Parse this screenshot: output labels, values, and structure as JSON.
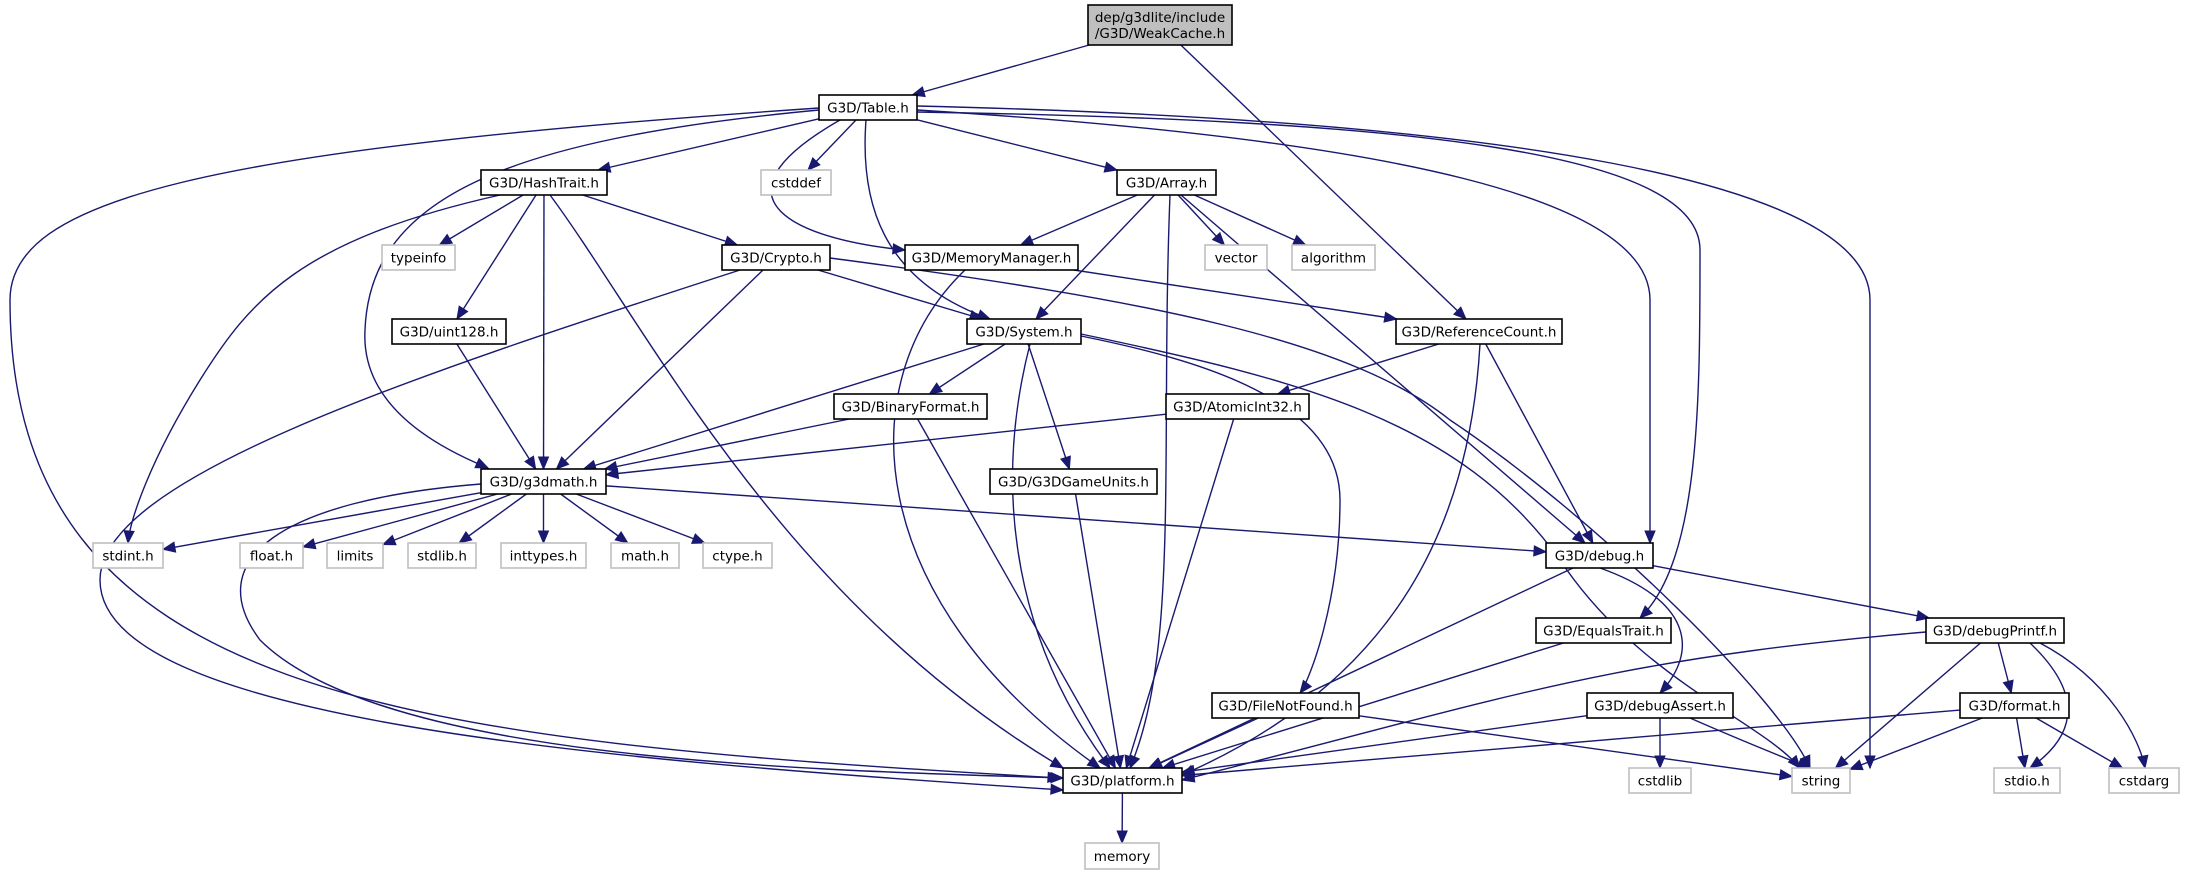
{
  "title": "dep/g3dlite/include/G3D/WeakCache.h include dependency graph",
  "colors": {
    "edge": "#191970",
    "root_fill": "#bfbfbf",
    "local_border": "#000000",
    "system_border": "#bfbfbf"
  },
  "nodes": [
    {
      "id": "root",
      "kind": "root",
      "label_lines": [
        "dep/g3dlite/include",
        "/G3D/WeakCache.h"
      ]
    },
    {
      "id": "table",
      "kind": "local",
      "label_lines": [
        "G3D/Table.h"
      ]
    },
    {
      "id": "hashtrait",
      "kind": "local",
      "label_lines": [
        "G3D/HashTrait.h"
      ]
    },
    {
      "id": "cstddef",
      "kind": "system",
      "label_lines": [
        "cstddef"
      ]
    },
    {
      "id": "array",
      "kind": "local",
      "label_lines": [
        "G3D/Array.h"
      ]
    },
    {
      "id": "typeinfo",
      "kind": "system",
      "label_lines": [
        "typeinfo"
      ]
    },
    {
      "id": "crypto",
      "kind": "local",
      "label_lines": [
        "G3D/Crypto.h"
      ]
    },
    {
      "id": "memorymanager",
      "kind": "local",
      "label_lines": [
        "G3D/MemoryManager.h"
      ]
    },
    {
      "id": "vector",
      "kind": "system",
      "label_lines": [
        "vector"
      ]
    },
    {
      "id": "algorithm",
      "kind": "system",
      "label_lines": [
        "algorithm"
      ]
    },
    {
      "id": "uint128",
      "kind": "local",
      "label_lines": [
        "G3D/uint128.h"
      ]
    },
    {
      "id": "system",
      "kind": "local",
      "label_lines": [
        "G3D/System.h"
      ]
    },
    {
      "id": "referencecount",
      "kind": "local",
      "label_lines": [
        "G3D/ReferenceCount.h"
      ]
    },
    {
      "id": "binaryformat",
      "kind": "local",
      "label_lines": [
        "G3D/BinaryFormat.h"
      ]
    },
    {
      "id": "atomicint32",
      "kind": "local",
      "label_lines": [
        "G3D/AtomicInt32.h"
      ]
    },
    {
      "id": "g3dmath",
      "kind": "local",
      "label_lines": [
        "G3D/g3dmath.h"
      ]
    },
    {
      "id": "g3dgameunits",
      "kind": "local",
      "label_lines": [
        "G3D/G3DGameUnits.h"
      ]
    },
    {
      "id": "stdint",
      "kind": "system",
      "label_lines": [
        "stdint.h"
      ]
    },
    {
      "id": "float",
      "kind": "system",
      "label_lines": [
        "float.h"
      ]
    },
    {
      "id": "limits",
      "kind": "system",
      "label_lines": [
        "limits"
      ]
    },
    {
      "id": "stdlib",
      "kind": "system",
      "label_lines": [
        "stdlib.h"
      ]
    },
    {
      "id": "inttypes",
      "kind": "system",
      "label_lines": [
        "inttypes.h"
      ]
    },
    {
      "id": "math",
      "kind": "system",
      "label_lines": [
        "math.h"
      ]
    },
    {
      "id": "ctype",
      "kind": "system",
      "label_lines": [
        "ctype.h"
      ]
    },
    {
      "id": "debug",
      "kind": "local",
      "label_lines": [
        "G3D/debug.h"
      ]
    },
    {
      "id": "equalstrait",
      "kind": "local",
      "label_lines": [
        "G3D/EqualsTrait.h"
      ]
    },
    {
      "id": "debugprintf",
      "kind": "local",
      "label_lines": [
        "G3D/debugPrintf.h"
      ]
    },
    {
      "id": "filenotfound",
      "kind": "local",
      "label_lines": [
        "G3D/FileNotFound.h"
      ]
    },
    {
      "id": "debugassert",
      "kind": "local",
      "label_lines": [
        "G3D/debugAssert.h"
      ]
    },
    {
      "id": "format",
      "kind": "local",
      "label_lines": [
        "G3D/format.h"
      ]
    },
    {
      "id": "platform",
      "kind": "local",
      "label_lines": [
        "G3D/platform.h"
      ]
    },
    {
      "id": "cstdlib",
      "kind": "system",
      "label_lines": [
        "cstdlib"
      ]
    },
    {
      "id": "string",
      "kind": "system",
      "label_lines": [
        "string"
      ]
    },
    {
      "id": "stdio",
      "kind": "system",
      "label_lines": [
        "stdio.h"
      ]
    },
    {
      "id": "cstdarg",
      "kind": "system",
      "label_lines": [
        "cstdarg"
      ]
    },
    {
      "id": "memory",
      "kind": "system",
      "label_lines": [
        "memory"
      ]
    }
  ],
  "edges": [
    [
      "root",
      "table"
    ],
    [
      "root",
      "referencecount"
    ],
    [
      "table",
      "platform"
    ],
    [
      "table",
      "g3dmath"
    ],
    [
      "table",
      "hashtrait"
    ],
    [
      "table",
      "cstddef"
    ],
    [
      "table",
      "memorymanager"
    ],
    [
      "table",
      "system"
    ],
    [
      "table",
      "array"
    ],
    [
      "table",
      "debug"
    ],
    [
      "table",
      "equalstrait"
    ],
    [
      "table",
      "string"
    ],
    [
      "hashtrait",
      "stdint"
    ],
    [
      "hashtrait",
      "typeinfo"
    ],
    [
      "hashtrait",
      "uint128"
    ],
    [
      "hashtrait",
      "g3dmath"
    ],
    [
      "hashtrait",
      "platform"
    ],
    [
      "hashtrait",
      "crypto"
    ],
    [
      "crypto",
      "platform"
    ],
    [
      "crypto",
      "g3dmath"
    ],
    [
      "crypto",
      "system"
    ],
    [
      "crypto",
      "string"
    ],
    [
      "array",
      "memorymanager"
    ],
    [
      "array",
      "system"
    ],
    [
      "array",
      "platform"
    ],
    [
      "array",
      "vector"
    ],
    [
      "array",
      "algorithm"
    ],
    [
      "array",
      "debug"
    ],
    [
      "memorymanager",
      "platform"
    ],
    [
      "memorymanager",
      "referencecount"
    ],
    [
      "uint128",
      "g3dmath"
    ],
    [
      "system",
      "g3dmath"
    ],
    [
      "system",
      "binaryformat"
    ],
    [
      "system",
      "platform"
    ],
    [
      "system",
      "g3dgameunits"
    ],
    [
      "system",
      "filenotfound"
    ],
    [
      "system",
      "string"
    ],
    [
      "referencecount",
      "atomicint32"
    ],
    [
      "referencecount",
      "platform"
    ],
    [
      "referencecount",
      "debug"
    ],
    [
      "binaryformat",
      "g3dmath"
    ],
    [
      "binaryformat",
      "platform"
    ],
    [
      "atomicint32",
      "g3dmath"
    ],
    [
      "atomicint32",
      "platform"
    ],
    [
      "g3dgameunits",
      "platform"
    ],
    [
      "g3dmath",
      "platform"
    ],
    [
      "g3dmath",
      "stdint"
    ],
    [
      "g3dmath",
      "float"
    ],
    [
      "g3dmath",
      "limits"
    ],
    [
      "g3dmath",
      "stdlib"
    ],
    [
      "g3dmath",
      "inttypes"
    ],
    [
      "g3dmath",
      "math"
    ],
    [
      "g3dmath",
      "ctype"
    ],
    [
      "g3dmath",
      "debug"
    ],
    [
      "debug",
      "platform"
    ],
    [
      "debug",
      "debugassert"
    ],
    [
      "debug",
      "debugprintf"
    ],
    [
      "equalstrait",
      "platform"
    ],
    [
      "debugprintf",
      "platform"
    ],
    [
      "debugprintf",
      "string"
    ],
    [
      "debugprintf",
      "format"
    ],
    [
      "debugprintf",
      "stdio"
    ],
    [
      "debugprintf",
      "cstdarg"
    ],
    [
      "filenotfound",
      "platform"
    ],
    [
      "filenotfound",
      "string"
    ],
    [
      "debugassert",
      "platform"
    ],
    [
      "debugassert",
      "cstdlib"
    ],
    [
      "debugassert",
      "string"
    ],
    [
      "format",
      "platform"
    ],
    [
      "format",
      "string"
    ],
    [
      "format",
      "stdio"
    ],
    [
      "format",
      "cstdarg"
    ],
    [
      "platform",
      "memory"
    ]
  ]
}
